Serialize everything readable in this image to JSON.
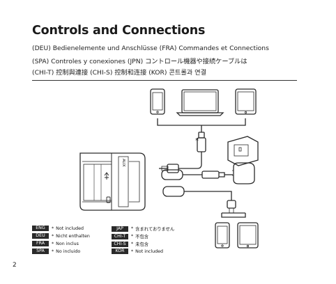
{
  "title": "Controls and Connections",
  "subtitle_lines": [
    "(DEU) Bedienelemente und Anschlüsse   (FRA) Commandes et Connections",
    "(SPA) Controles y conexiones   (JPN) コントロール機器や接続ケーブルは",
    "(CHI-T) 控制與連接   (CHI-S) 控制和连接   (KOR) 콘트롤과 연결"
  ],
  "diagram": {
    "aux_label": "AUX",
    "asterisk": "*"
  },
  "legend": {
    "asterisk": "*",
    "left": [
      {
        "tag": "ENG",
        "text": "Not included"
      },
      {
        "tag": "DEU",
        "text": "Nicht enthalten"
      },
      {
        "tag": "FRA",
        "text": "Non inclus"
      },
      {
        "tag": "SPA",
        "text": "No incluido"
      }
    ],
    "right": [
      {
        "tag": "JAP",
        "text": "含まれておりません"
      },
      {
        "tag": "CHI-T",
        "text": "不包含"
      },
      {
        "tag": "CHI-S",
        "text": "未包含"
      },
      {
        "tag": "KOR",
        "text": "Not included"
      }
    ]
  },
  "page_number": "2"
}
